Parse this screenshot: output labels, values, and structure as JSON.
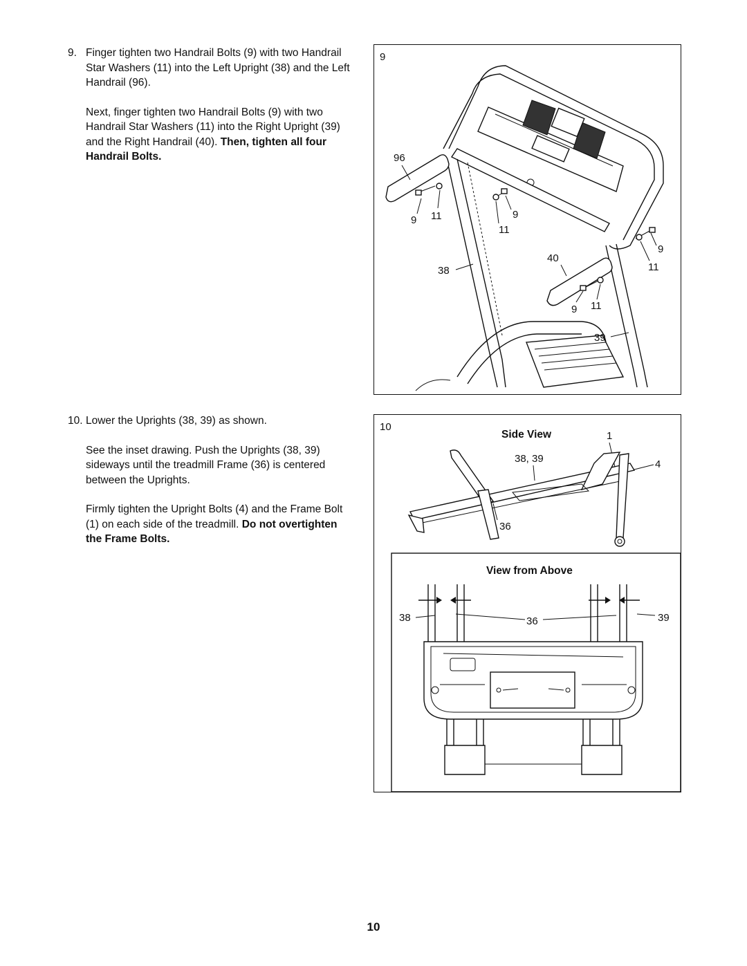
{
  "steps": [
    {
      "number": "9.",
      "paragraphs": [
        {
          "text": "Finger tighten two Handrail Bolts (9) with two Handrail Star Washers (11) into the Left Upright (38) and the Left Handrail (96).",
          "bold_tail": ""
        },
        {
          "text": "Next, finger tighten two Handrail Bolts (9) with two Handrail Star Washers (11) into the Right Upright (39) and the Right Handrail (40). ",
          "bold_tail": "Then, tighten all four Handrail Bolts."
        }
      ]
    },
    {
      "number": "10.",
      "paragraphs": [
        {
          "text": "Lower the Uprights (38, 39) as shown.",
          "bold_tail": ""
        },
        {
          "text": "See the inset drawing. Push the Uprights (38, 39) sideways until the treadmill Frame (36) is centered between the Uprights.",
          "bold_tail": ""
        },
        {
          "text": "Firmly tighten the Upright Bolts (4) and the Frame Bolt (1) on each side of the treadmill. ",
          "bold_tail": "Do not overtighten the Frame Bolts."
        }
      ]
    }
  ],
  "figure9": {
    "step_label": "9",
    "callouts": {
      "handrail_left": "96",
      "bolt_a": "9",
      "washer_a": "11",
      "bolt_b": "9",
      "washer_b": "11",
      "upright_left": "38",
      "handrail_right": "40",
      "bolt_c": "9",
      "washer_c": "11",
      "bolt_d": "9",
      "washer_d": "11",
      "upright_right": "39"
    }
  },
  "figure10": {
    "step_label": "10",
    "side_view": {
      "title": "Side View",
      "frame_bolt": "1",
      "uprights": "38, 39",
      "upright_bolt": "4",
      "frame": "36"
    },
    "above_view": {
      "title": "View from Above",
      "upright_left": "38",
      "frame": "36",
      "upright_right": "39"
    }
  },
  "page_number": "10"
}
